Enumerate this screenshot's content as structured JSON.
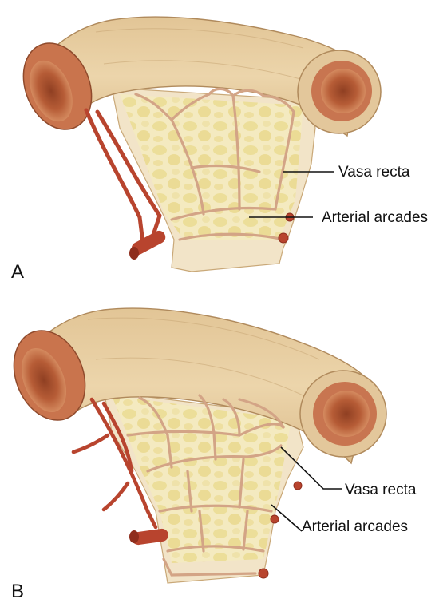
{
  "figure": {
    "panels": [
      {
        "id": "A",
        "letter": "A",
        "labels": {
          "vasa_recta": "Vasa recta",
          "arterial_arcades": "Arterial arcades"
        }
      },
      {
        "id": "B",
        "letter": "B",
        "labels": {
          "vasa_recta": "Vasa recta",
          "arterial_arcades": "Arterial arcades"
        }
      }
    ],
    "colors": {
      "bowel_wall": "#e6cfa5",
      "bowel_wall_dark": "#c9a878",
      "lumen_outer": "#c9744d",
      "lumen_inner": "#a9532f",
      "mesentery_fat": "#efe3a9",
      "mesentery_bg": "#f3e7cf",
      "artery": "#b8442e",
      "arcade_vessel": "#d6ad8f"
    }
  }
}
